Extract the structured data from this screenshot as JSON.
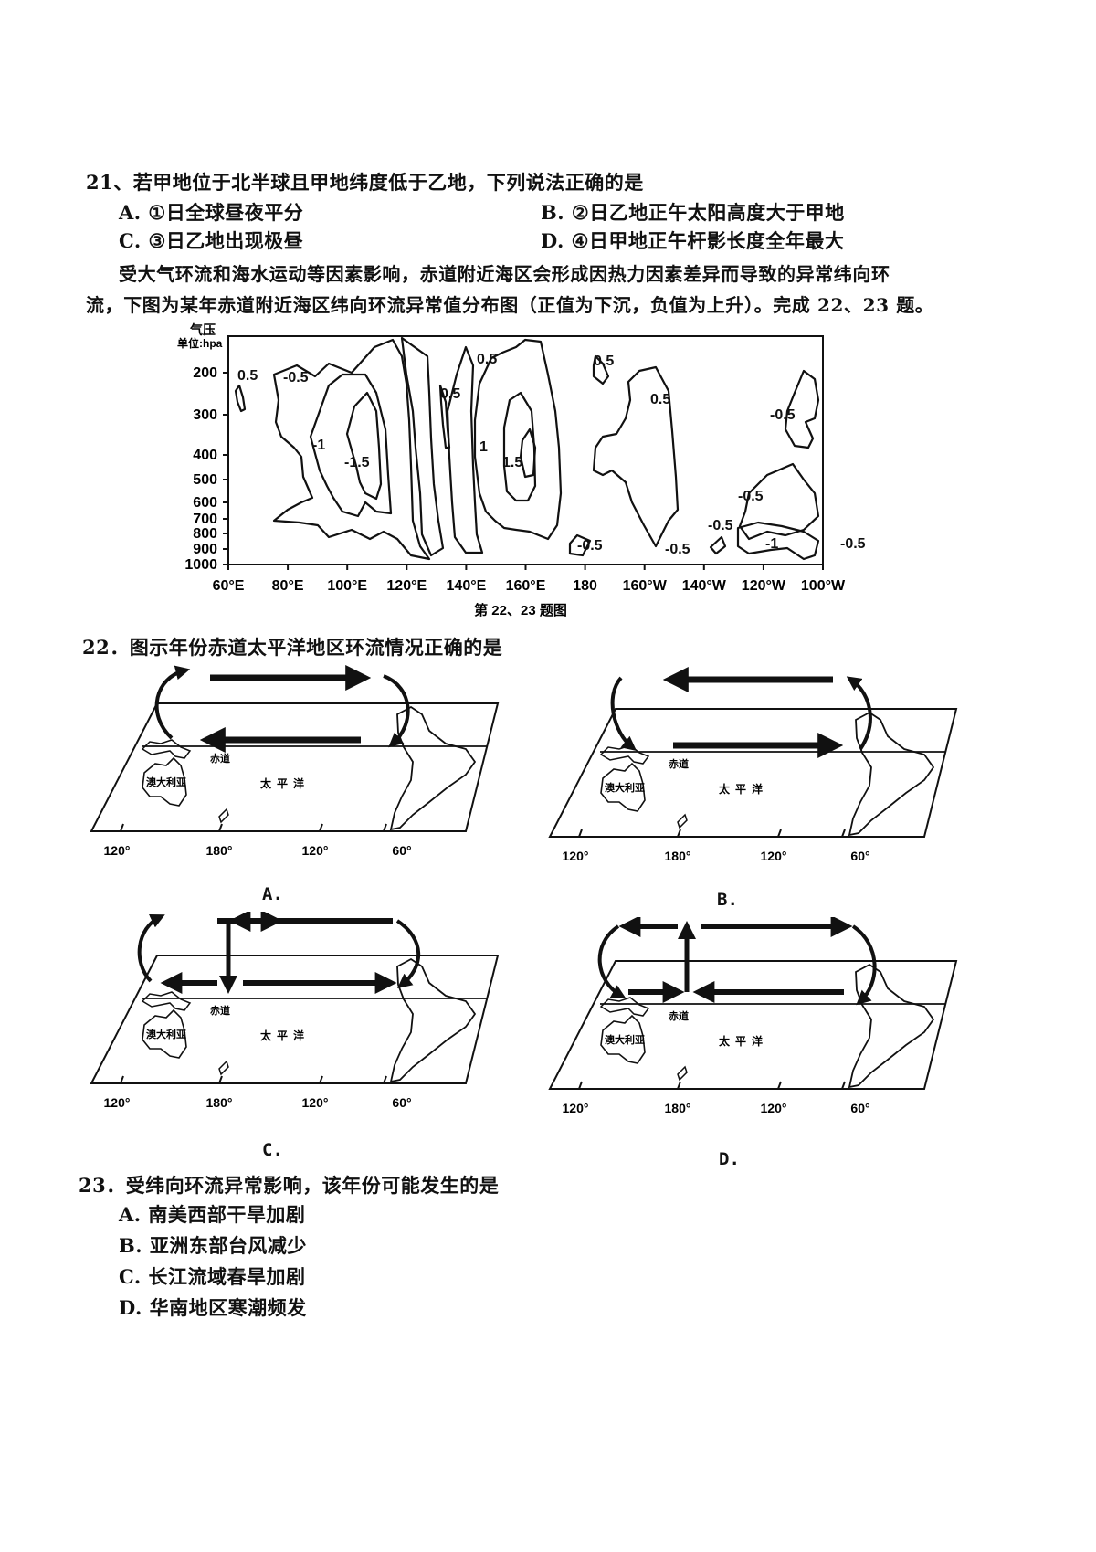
{
  "q21": {
    "stem": "21、若甲地位于北半球且甲地纬度低于乙地，下列说法正确的是",
    "options": [
      {
        "letter": "A.",
        "text": "①日全球昼夜平分"
      },
      {
        "letter": "B.",
        "text": "②日乙地正午太阳高度大于甲地"
      },
      {
        "letter": "C.",
        "text": "③日乙地出现极昼"
      },
      {
        "letter": "D.",
        "text": "④日甲地正午杆影长度全年最大"
      }
    ]
  },
  "intro": {
    "line1": "受大气环流和海水运动等因素影响，赤道附近海区会形成因热力因素差异而导致的异常纬向环",
    "line2": "流，下图为某年赤道附近海区纬向环流异常值分布图（正值为下沉，负值为上升）。完成 22、23 题。"
  },
  "chart_data": {
    "type": "contour",
    "ylabel_line1": "气压",
    "ylabel_line2": "单位:hpa",
    "yticks": [
      "200",
      "300",
      "400",
      "500",
      "600",
      "700",
      "800",
      "900",
      "1000"
    ],
    "xticks": [
      "60°E",
      "80°E",
      "100°E",
      "120°E",
      "140°E",
      "160°E",
      "180",
      "160°W",
      "140°W",
      "120°W",
      "100°W"
    ],
    "contour_labels": [
      "0.5",
      "-0.5",
      "-1",
      "-1.5",
      "0.5",
      "0.5",
      "1",
      "1.5",
      "0.5",
      "0.5",
      "-0.5",
      "-0.5",
      "-0.5",
      "-0.5",
      "-0.5",
      "-1",
      "-0.5"
    ],
    "caption": "第 22、23 题图"
  },
  "q22": {
    "stem": "22．图示年份赤道太平洋地区环流情况正确的是",
    "map_labels": {
      "equator": "赤道",
      "australia": "澳大利亚",
      "ocean": "太平洋"
    },
    "axis_labels": [
      "120°",
      "180°",
      "120°",
      "60°"
    ],
    "options": [
      {
        "letter": "A.",
        "circulation": "single-cell-west-rising"
      },
      {
        "letter": "B.",
        "circulation": "single-cell-east-rising"
      },
      {
        "letter": "C.",
        "circulation": "double-cell-central-sinking"
      },
      {
        "letter": "D.",
        "circulation": "double-cell-central-rising"
      }
    ]
  },
  "q23": {
    "stem": "23．受纬向环流异常影响，该年份可能发生的是",
    "options": [
      {
        "letter": "A.",
        "text": "南美西部干旱加剧"
      },
      {
        "letter": "B.",
        "text": "亚洲东部台风减少"
      },
      {
        "letter": "C.",
        "text": "长江流域春旱加剧"
      },
      {
        "letter": "D.",
        "text": "华南地区寒潮频发"
      }
    ]
  }
}
